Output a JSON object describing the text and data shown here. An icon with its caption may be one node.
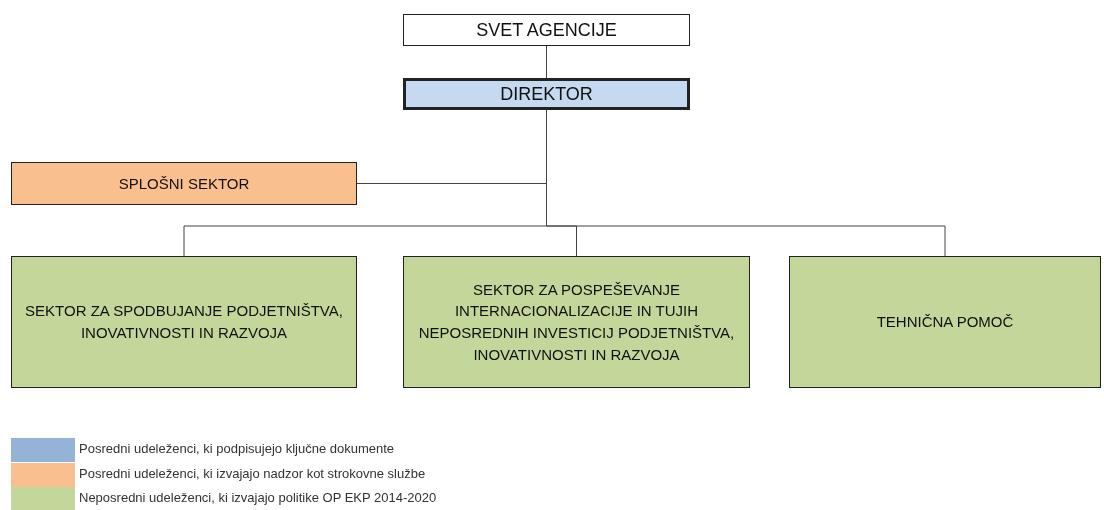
{
  "diagram": {
    "nodes": [
      {
        "text": [
          "SVET AGENCIJE"
        ]
      },
      {
        "text": [
          "DIREKTOR"
        ]
      },
      {
        "text": [
          "SPLOŠNI SEKTOR"
        ]
      },
      {
        "text": [
          "SEKTOR ZA SPODBUJANJE PODJETNIŠTVA, INOVATIVNOSTI IN RAZVOJA"
        ]
      },
      {
        "text": [
          "SEKTOR ZA POSPEŠEVANJE INTERNACIONALIZACIJE IN TUJIH NEPOSREDNIH INVESTICIJ PODJETNIŠTVA, INOVATIVNOSTI IN RAZVOJA"
        ]
      },
      {
        "text": [
          "TEHNIČNA POMOČ"
        ]
      }
    ],
    "edges": [
      {
        "from": 0,
        "to": 1,
        "arrow": "none"
      },
      {
        "from": 1,
        "to": 2,
        "arrow": "none"
      },
      {
        "from": 1,
        "to": 3,
        "arrow": "none"
      },
      {
        "from": 1,
        "to": 4,
        "arrow": "none"
      },
      {
        "from": 1,
        "to": 5,
        "arrow": "none"
      }
    ],
    "legend": [
      {
        "text": "Posredni udeleženci, ki podpisujejo ključne dokumente",
        "color": "#95b3d7"
      },
      {
        "text": "Posredni udeleženci, ki izvajajo nadzor kot strokovne službe",
        "color": "#fabf8f"
      },
      {
        "text": "Neposredni udeleženci, ki izvajajo politike OP EKP 2014-2020",
        "color": "#c4d79b"
      }
    ]
  }
}
